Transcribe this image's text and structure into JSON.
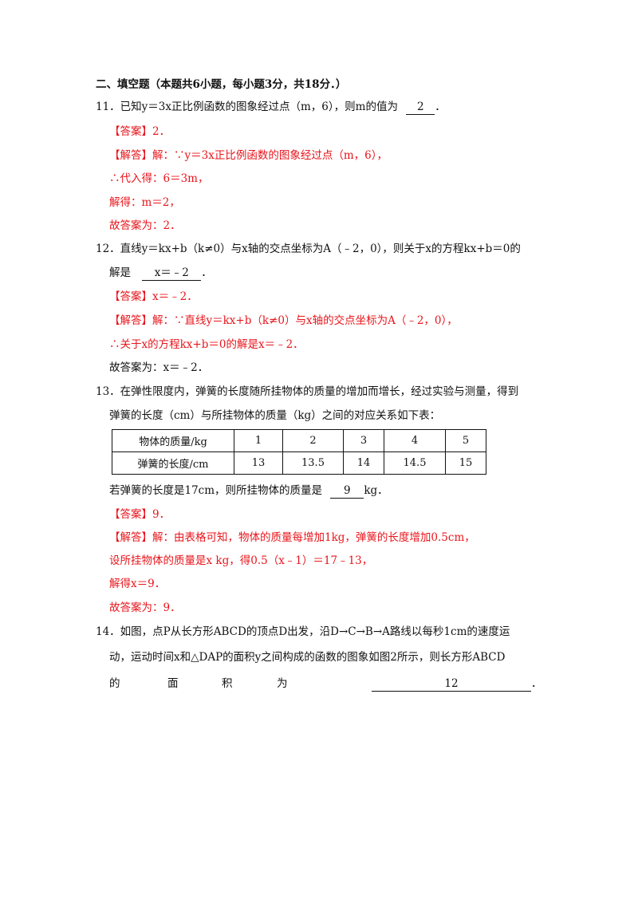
{
  "section_title": "二、填空题（本题共6小题，每小题3分，共18分．）",
  "q11": {
    "stem": "11．已知y＝3x正比例函数的图象经过点（m，6），则m的值为",
    "blank": "2",
    "end": "．",
    "answer": "【答案】2．",
    "sol1": "【解答】解：∵y＝3x正比例函数的图象经过点（m，6），",
    "sol2": "∴代入得：6＝3m，",
    "sol3": "解得：m＝2，",
    "sol4": "故答案为：2．"
  },
  "q12": {
    "stem": "12．直线y＝kx+b（k≠0）与x轴的交点坐标为A（﹣2，0），则关于x的方程kx+b＝0的",
    "stem2_pre": "解是",
    "blank": "x＝﹣2",
    "end": "．",
    "answer": "【答案】x＝﹣2．",
    "sol1": "【解答】解：∵直线y＝kx+b（k≠0）与x轴的交点坐标为A（﹣2，0），",
    "sol2": "∴关于x的方程kx+b＝0的解是x＝﹣2．",
    "sol3": "故答案为：x＝﹣2．"
  },
  "q13": {
    "stem": "13．在弹性限度内，弹簧的长度随所挂物体的质量的增加而增长，经过实验与测量，得到",
    "stem2": "弹簧的长度（cm）与所挂物体的质量（kg）之间的对应关系如下表：",
    "table": {
      "row1_header": "物体的质量/kg",
      "row1": [
        "1",
        "2",
        "3",
        "4",
        "5"
      ],
      "row2_header": "弹簧的长度/cm",
      "row2": [
        "13",
        "13.5",
        "14",
        "14.5",
        "15"
      ]
    },
    "stem3_pre": "若弹簧的长度是17cm，则所挂物体的质量是",
    "blank": "9",
    "end": "kg．",
    "answer": "【答案】9．",
    "sol1": "【解答】解：由表格可知，物体的质量每增加1kg，弹簧的长度增加0.5cm，",
    "sol2": "设所挂物体的质量是x kg，得0.5（x﹣1）＝17﹣13，",
    "sol3": "解得x＝9．",
    "sol4": "故答案为：9．"
  },
  "q14": {
    "stem": "14．如图，点P从长方形ABCD的顶点D出发，沿D→C→B→A路线以每秒1cm的速度运",
    "stem2": "动，运动时间x和△DAP的面积y之间构成的函数的图象如图2所示，则长方形ABCD",
    "w1": "的",
    "w2": "面",
    "w3": "积",
    "w4": "为",
    "blank": "12",
    "end": "．"
  }
}
